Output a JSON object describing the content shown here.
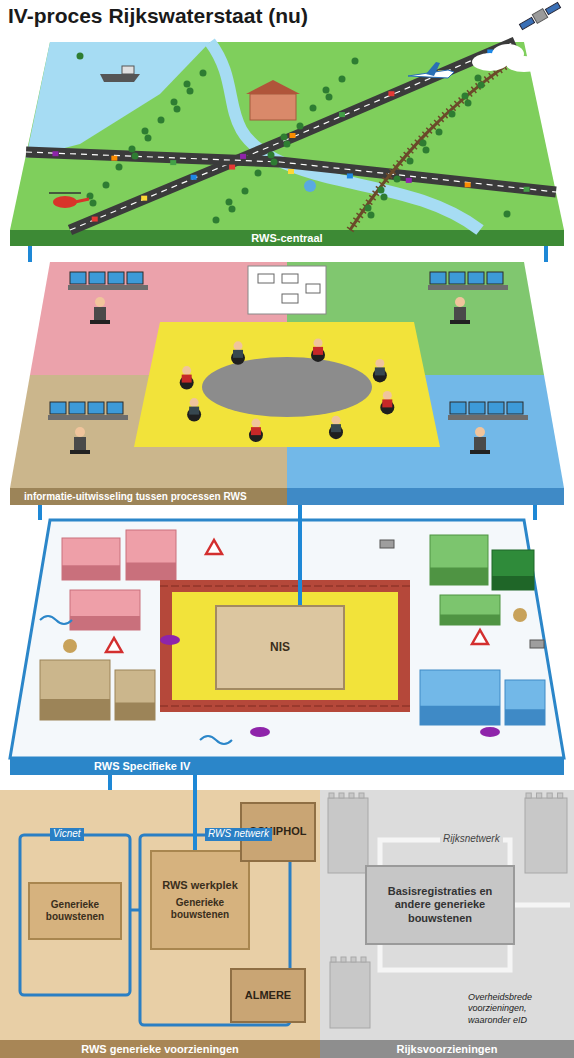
{
  "diagram": {
    "title": "IV-proces Rijkswaterstaat (nu)",
    "nodes": [
      {
        "text": [
          "RWS-centraal"
        ]
      },
      {
        "text": [
          "informatie-uitwisseling tussen processen RWS"
        ]
      },
      {
        "text": [
          "RWS Specifieke IV"
        ]
      },
      {
        "text": [
          "NIS"
        ],
        "in": 2
      },
      {
        "text": [
          "RWS generieke voorzieningen"
        ]
      },
      {
        "text": [
          "Generieke bouwstenen"
        ],
        "in": 4
      },
      {
        "text": [
          "RWS werkplek",
          "Generieke bouwstenen"
        ],
        "in": 4
      },
      {
        "text": [
          "SCHIPHOL"
        ],
        "in": 4
      },
      {
        "text": [
          "ALMERE"
        ],
        "in": 4
      },
      {
        "text": [
          "Rijksvoorzieningen"
        ]
      },
      {
        "text": [
          "Basisregistraties en andere generieke bouwstenen"
        ],
        "in": 9
      }
    ],
    "edges": [
      {
        "from": 0,
        "to": 1,
        "arrow": "none"
      },
      {
        "from": 0,
        "to": 1,
        "arrow": "none"
      },
      {
        "from": 1,
        "to": 3,
        "arrow": "none"
      },
      {
        "from": 1,
        "to": 2,
        "arrow": "none"
      },
      {
        "from": 1,
        "to": 2,
        "arrow": "none"
      },
      {
        "from": 2,
        "to": 4,
        "arrow": "none"
      },
      {
        "from": 2,
        "to": 6,
        "arrow": "none"
      }
    ],
    "labels": [
      "Vicnet",
      "RWS netwerk",
      "Rijksnetwerk",
      "Overheidsbrede voorzieningen, waaronder eID"
    ]
  }
}
